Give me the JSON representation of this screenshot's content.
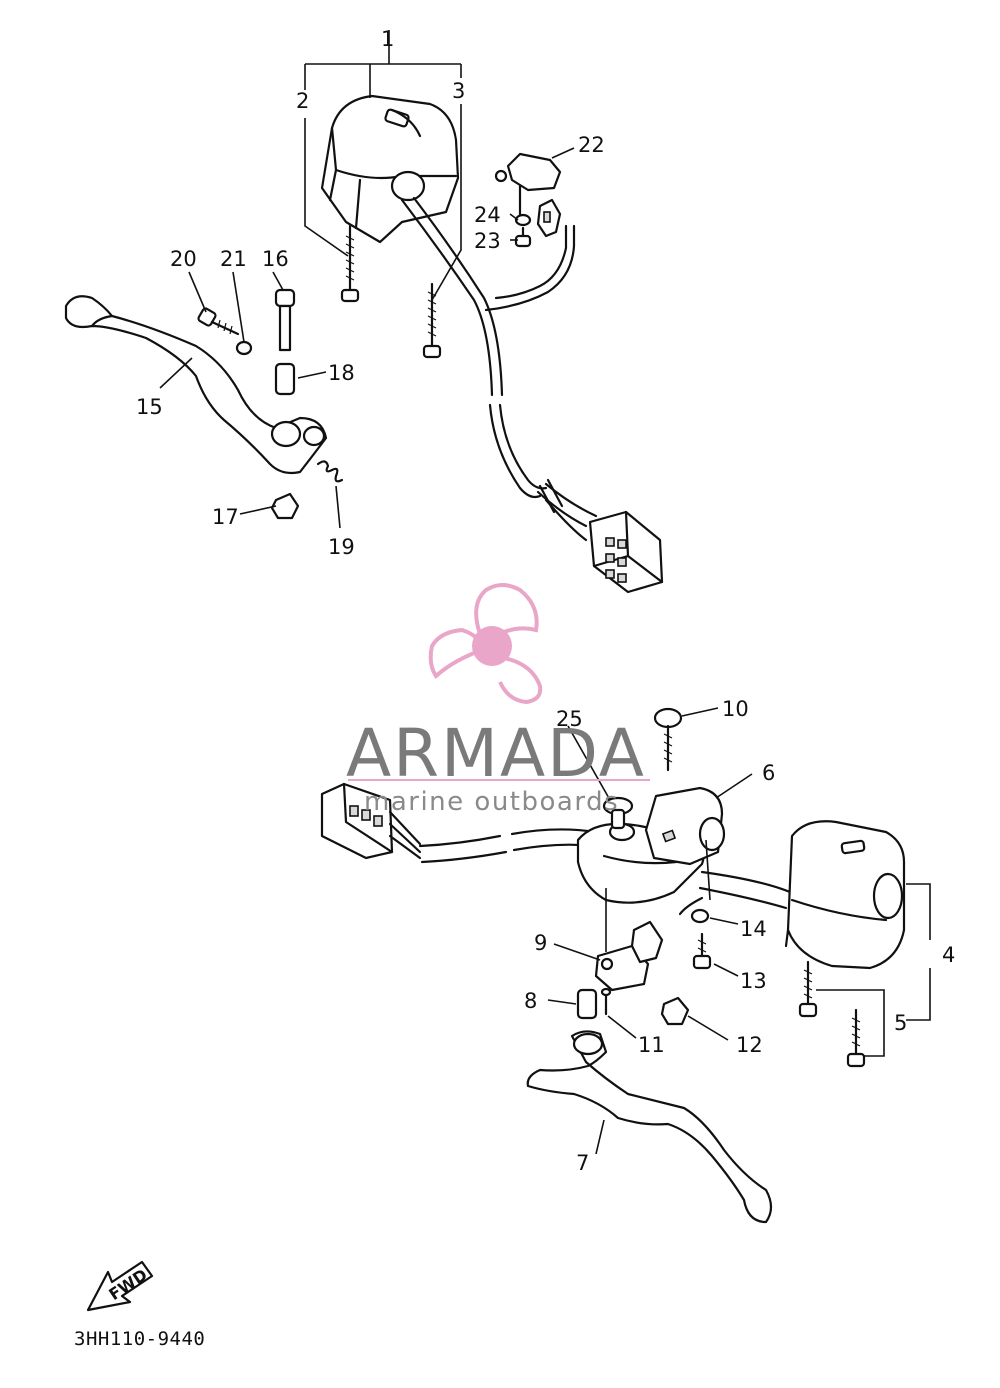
{
  "diagram": {
    "callouts": [
      "1",
      "2",
      "3",
      "4",
      "5",
      "6",
      "7",
      "8",
      "9",
      "10",
      "11",
      "12",
      "13",
      "14",
      "15",
      "16",
      "17",
      "18",
      "19",
      "20",
      "21",
      "22",
      "23",
      "24",
      "25"
    ],
    "fwd_label": "FWD",
    "drawing_code": "3HH110-9440"
  },
  "watermark": {
    "brand": "ARMADA",
    "tagline": "marine outboards",
    "logo_color": "#e9a6c8",
    "text_color": "#7a7a7a"
  },
  "icons": {
    "logo": "propeller-logo-icon",
    "direction": "forward-arrow-icon"
  }
}
